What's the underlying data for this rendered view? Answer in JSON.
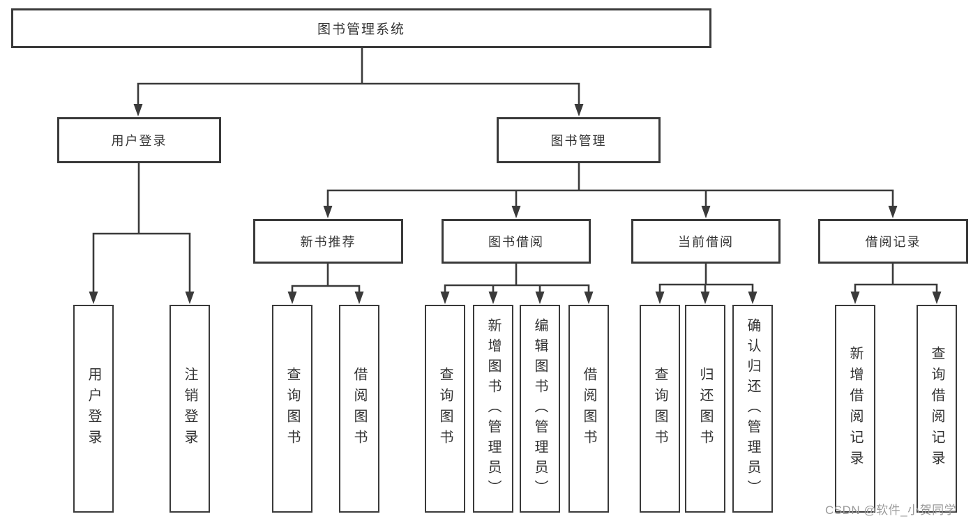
{
  "diagram": {
    "root": {
      "label": "图书管理系统"
    },
    "level2": [
      {
        "label": "用户登录"
      },
      {
        "label": "图书管理"
      }
    ],
    "level3": [
      {
        "label": "新书推荐"
      },
      {
        "label": "图书借阅"
      },
      {
        "label": "当前借阅"
      },
      {
        "label": "借阅记录"
      }
    ],
    "leaves": {
      "login": [
        "用户登录",
        "注销登录"
      ],
      "newbook": [
        "查询图书",
        "借阅图书"
      ],
      "borrow": [
        "查询图书",
        "新增图书（管理员）",
        "编辑图书（管理员）",
        "借阅图书"
      ],
      "current": [
        "查询图书",
        "归还图书",
        "确认归还（管理员）"
      ],
      "records": [
        "新增借阅记录",
        "查询借阅记录"
      ]
    },
    "watermark": "CSDN @软件_小贺同学",
    "colors": {
      "line": "#3a3a3a",
      "text": "#333333",
      "watermark": "#9b9b9b",
      "background": "#ffffff"
    }
  }
}
